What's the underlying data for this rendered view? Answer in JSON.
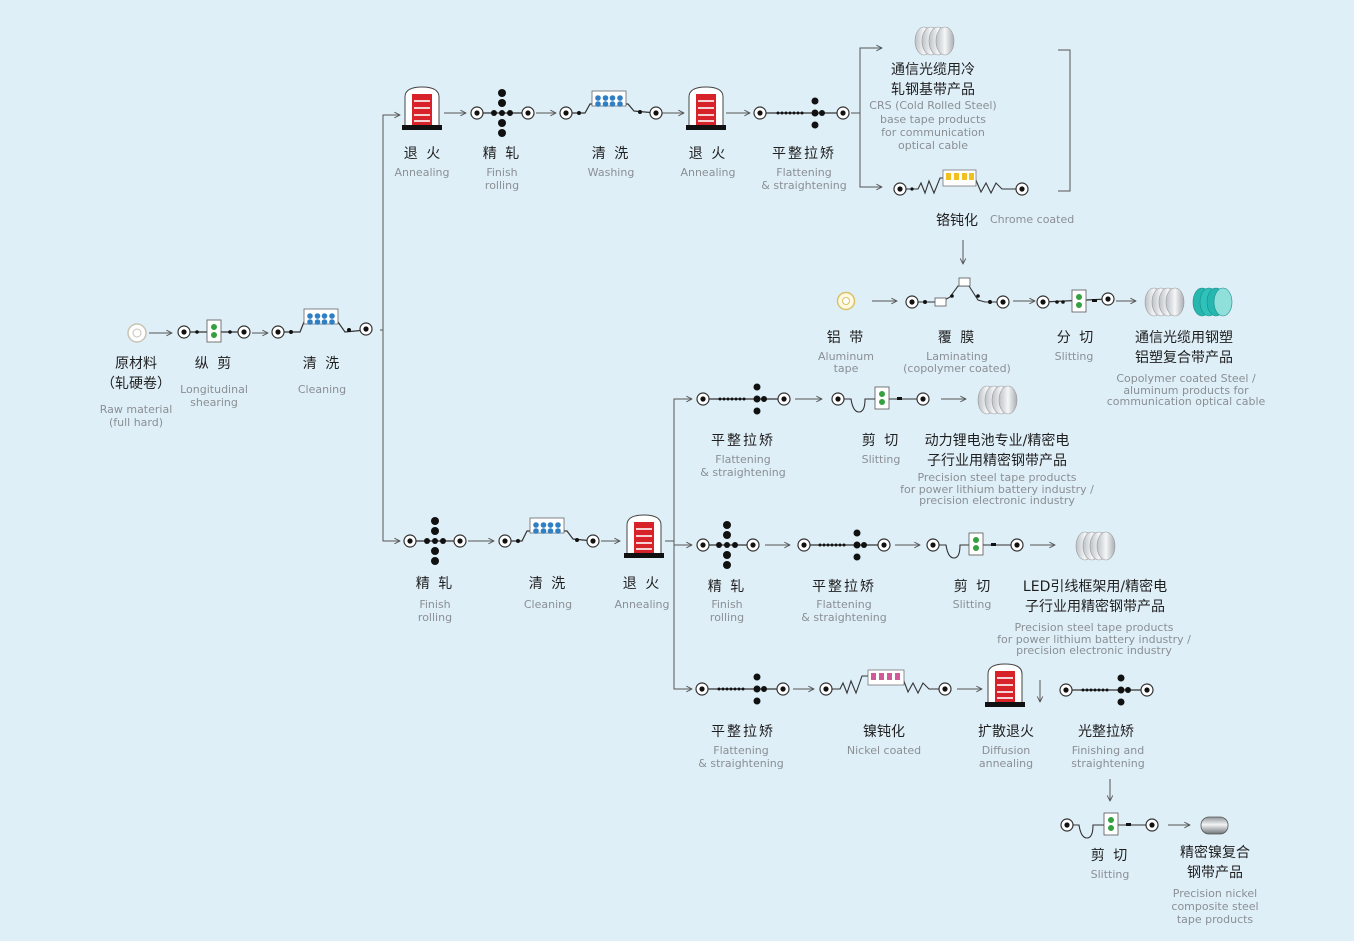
{
  "colors": {
    "background": "#dfeff8",
    "line": "#555555",
    "annealing_red": "#d7222a",
    "washing_blue": "#2f7fc4",
    "chrome_yellow": "#f0c020",
    "nickel_pink": "#d35a98",
    "slitter_green": "#35a040",
    "text_zh": "#1f1f1f",
    "text_en": "#8a8f94"
  },
  "labels": {
    "raw": {
      "zh1": "原材料",
      "zh2": "（轧硬卷）",
      "en1": "Raw material",
      "en2": "(full hard)"
    },
    "long_shear": {
      "zh": "纵 剪",
      "en1": "Longitudinal",
      "en2": "shearing"
    },
    "cleaning": {
      "zh": "清 洗",
      "en": "Cleaning"
    },
    "top_anneal1": {
      "zh": "退 火",
      "en": "Annealing"
    },
    "top_finish": {
      "zh": "精 轧",
      "en1": "Finish",
      "en2": "rolling"
    },
    "top_washing": {
      "zh": "清 洗",
      "en": "Washing"
    },
    "top_anneal2": {
      "zh": "退 火",
      "en": "Annealing"
    },
    "top_flatten": {
      "zh": "平整拉矫",
      "en1": "Flattening",
      "en2": "& straightening"
    },
    "crs_product": {
      "zh1": "通信光缆用冷",
      "zh2": "轧钢基带产品",
      "en1": "CRS (Cold Rolled Steel)",
      "en2": "base tape products",
      "en3": "for communication",
      "en4": "optical cable"
    },
    "chrome": {
      "zh": "铬钝化",
      "en": "Chrome coated"
    },
    "al_tape": {
      "zh": "铝 带",
      "en1": "Aluminum",
      "en2": "tape"
    },
    "laminating": {
      "zh": "覆 膜",
      "en1": "Laminating",
      "en2": "(copolymer coated)"
    },
    "slitting1": {
      "zh": "分 切",
      "en": "Slitting"
    },
    "copolymer_product": {
      "zh1": "通信光缆用钢塑",
      "zh2": "铝塑复合带产品",
      "en1": "Copolymer coated Steel /",
      "en2": "aluminum products for",
      "en3": "communication optical cable"
    },
    "b1_flatten": {
      "zh": "平整拉矫",
      "en1": "Flattening",
      "en2": "& straightening"
    },
    "b1_cut": {
      "zh": "剪 切",
      "en": "Slitting"
    },
    "battery_product": {
      "zh1": "动力锂电池专业/精密电",
      "zh2": "子行业用精密钢带产品",
      "en1": "Precision steel tape products",
      "en2": "for power lithium battery industry /",
      "en3": "precision electronic industry"
    },
    "mid_finish": {
      "zh": "精 轧",
      "en1": "Finish",
      "en2": "rolling"
    },
    "mid_cleaning": {
      "zh": "清 洗",
      "en": "Cleaning"
    },
    "mid_anneal": {
      "zh": "退 火",
      "en": "Annealing"
    },
    "b2_finish": {
      "zh": "精 轧",
      "en1": "Finish",
      "en2": "rolling"
    },
    "b2_flatten": {
      "zh": "平整拉矫",
      "en1": "Flattening",
      "en2": "& straightening"
    },
    "b2_cut": {
      "zh": "剪 切",
      "en": "Slitting"
    },
    "led_product": {
      "zh1": "LED引线框架用/精密电",
      "zh2": "子行业用精密钢带产品",
      "en1": "Precision steel tape products",
      "en2": "for power lithium battery industry /",
      "en3": "precision electronic industry"
    },
    "b3_flatten": {
      "zh": "平整拉矫",
      "en1": "Flattening",
      "en2": "& straightening"
    },
    "nickel": {
      "zh": "镍钝化",
      "en": "Nickel coated"
    },
    "diffusion": {
      "zh": "扩散退火",
      "en1": "Diffusion",
      "en2": "annealing"
    },
    "finishing": {
      "zh": "光整拉矫",
      "en1": "Finishing and",
      "en2": "straightening"
    },
    "b3_cut": {
      "zh": "剪 切",
      "en": "Slitting"
    },
    "nickel_product": {
      "zh1": "精密镍复合",
      "zh2": "钢带产品",
      "en1": "Precision nickel",
      "en2": "composite steel",
      "en3": "tape products"
    }
  }
}
